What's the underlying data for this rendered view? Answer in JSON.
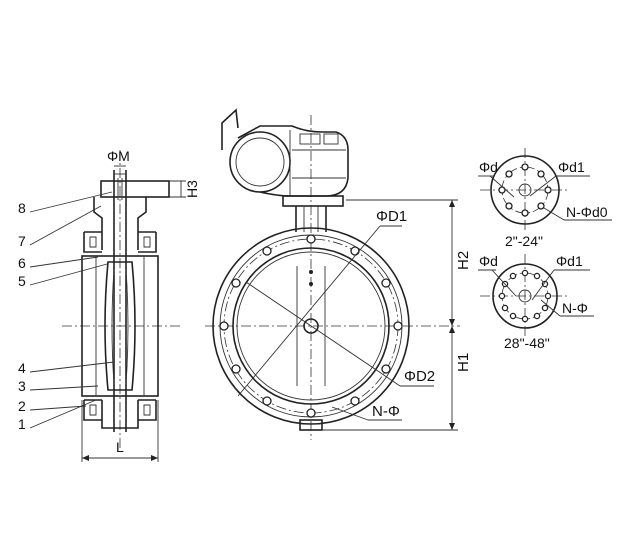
{
  "side_view": {
    "dim_phiM": "ΦM",
    "dim_H3": "H3",
    "dim_L": "L",
    "parts": [
      "1",
      "2",
      "3",
      "4",
      "5",
      "6",
      "7",
      "8"
    ]
  },
  "front_view": {
    "dim_phiD1": "ΦD1",
    "dim_phiD2": "ΦD2",
    "dim_NPhi": "N-Φ",
    "dim_H1": "H1",
    "dim_H2": "H2"
  },
  "flange_small": {
    "phid": "Φd",
    "phid1": "Φd1",
    "n_phid0": "N-Φd0",
    "size_range": "2\"-24\""
  },
  "flange_large": {
    "phid": "Φd",
    "phid1": "Φd1",
    "n_phi": "N-Φ",
    "size_range": "28\"-48\""
  }
}
